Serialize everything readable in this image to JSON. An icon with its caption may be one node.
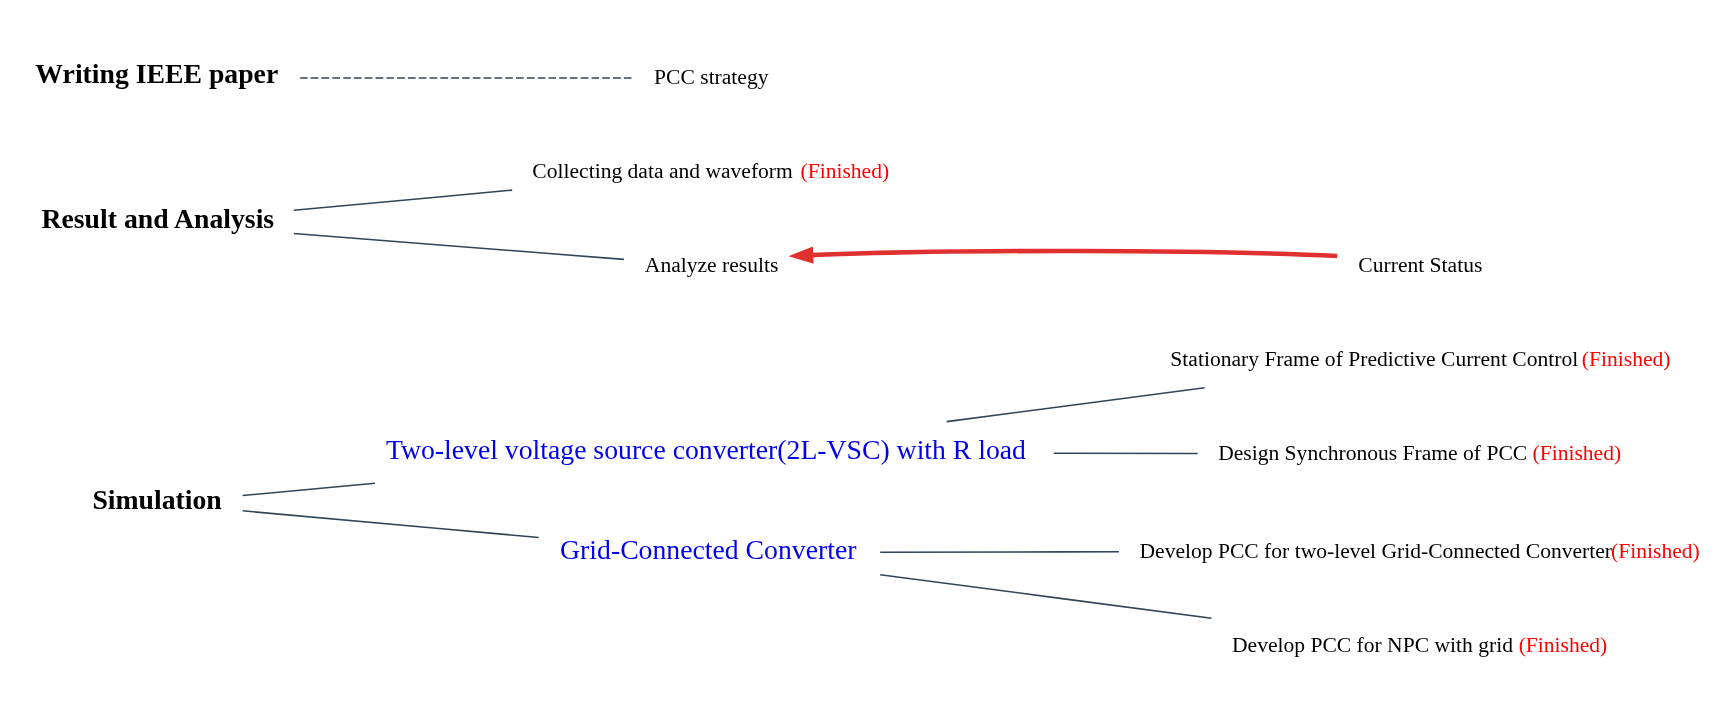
{
  "diagram": {
    "nodes": [
      {
        "text": [
          "Simulation"
        ]
      },
      {
        "text": [
          "Two-level voltage source converter(2L-VSC) with R load"
        ]
      },
      {
        "text": [
          "Stationary Frame of Predictive Current Control",
          "(Finished)"
        ]
      },
      {
        "text": [
          "Design Synchronous Frame of PCC",
          "(Finished)"
        ]
      },
      {
        "text": [
          "Grid-Connected Converter"
        ]
      },
      {
        "text": [
          "Develop PCC for two-level Grid-Connected Converter",
          "(Finished)"
        ]
      },
      {
        "text": [
          "Develop PCC for NPC with grid",
          "(Finished)"
        ]
      },
      {
        "text": [
          "Result and Analysis"
        ]
      },
      {
        "text": [
          "Collecting data and waveform",
          "(Finished)"
        ]
      },
      {
        "text": [
          "Analyze results"
        ]
      },
      {
        "text": [
          "Current Status"
        ]
      },
      {
        "text": [
          "Writing IEEE paper"
        ]
      },
      {
        "text": [
          "PCC strategy"
        ]
      }
    ],
    "edges": [
      {
        "from": 0,
        "to": 1,
        "arrow": "none"
      },
      {
        "from": 0,
        "to": 4,
        "arrow": "none"
      },
      {
        "from": 1,
        "to": 2,
        "arrow": "none"
      },
      {
        "from": 1,
        "to": 3,
        "arrow": "none"
      },
      {
        "from": 4,
        "to": 5,
        "arrow": "none"
      },
      {
        "from": 4,
        "to": 6,
        "arrow": "none"
      },
      {
        "from": 7,
        "to": 8,
        "arrow": "none"
      },
      {
        "from": 7,
        "to": 9,
        "arrow": "none"
      },
      {
        "from": 10,
        "to": 9,
        "arrow": "to",
        "style": "thick",
        "color": "#e03030"
      },
      {
        "from": 11,
        "to": 12,
        "arrow": "none",
        "style": "dashed"
      }
    ]
  }
}
